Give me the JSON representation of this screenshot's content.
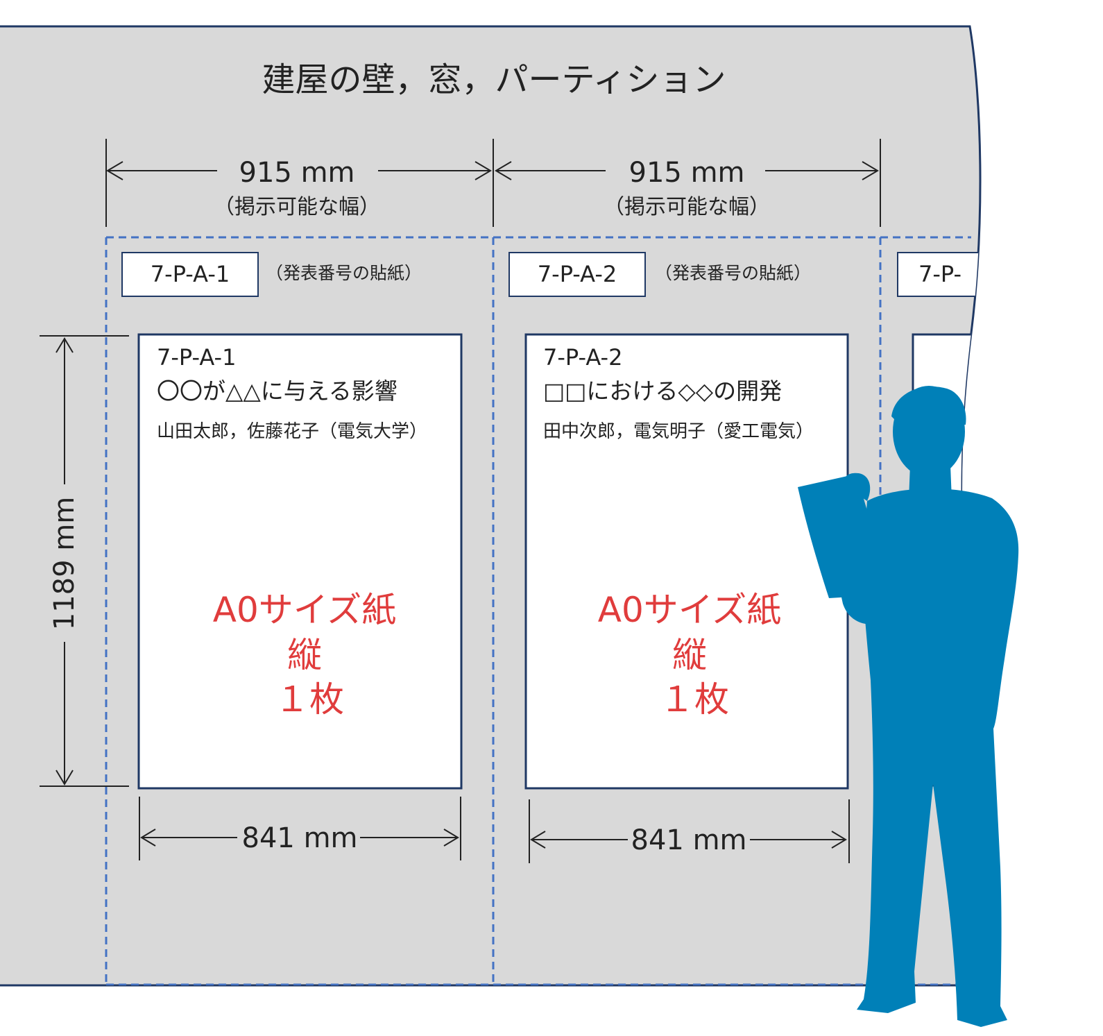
{
  "wall": {
    "title": "建屋の壁，窓，パーティション",
    "color": "#d9d9d9",
    "outline_color": "#1f3864"
  },
  "dimensions": {
    "board_width": {
      "value": "915 mm",
      "note": "（掲示可能な幅）"
    },
    "poster_height": "1189 mm",
    "poster_width": "841 mm"
  },
  "sticker_note": "（発表番号の貼紙）",
  "boards": [
    {
      "number": "7-P-A-1",
      "poster": {
        "id": "7-P-A-1",
        "title": "〇〇が△△に与える影響",
        "authors": "山田太郎，佐藤花子（電気大学）",
        "size_lines": [
          "A0サイズ紙",
          "縦",
          "１枚"
        ]
      }
    },
    {
      "number": "7-P-A-2",
      "poster": {
        "id": "7-P-A-2",
        "title": "□□における◇◇の開発",
        "authors": "田中次郎，電気明子（愛工電気）",
        "size_lines": [
          "A0サイズ紙",
          "縦",
          "１枚"
        ]
      }
    },
    {
      "number": "7-P-"
    }
  ],
  "colors": {
    "dashed_border": "#4472c4",
    "poster_border": "#1f3864",
    "red_text": "#e03c3c",
    "person": "#0080b8",
    "text": "#222222"
  },
  "icons": {
    "person": "person-holding-clipboard-silhouette"
  }
}
